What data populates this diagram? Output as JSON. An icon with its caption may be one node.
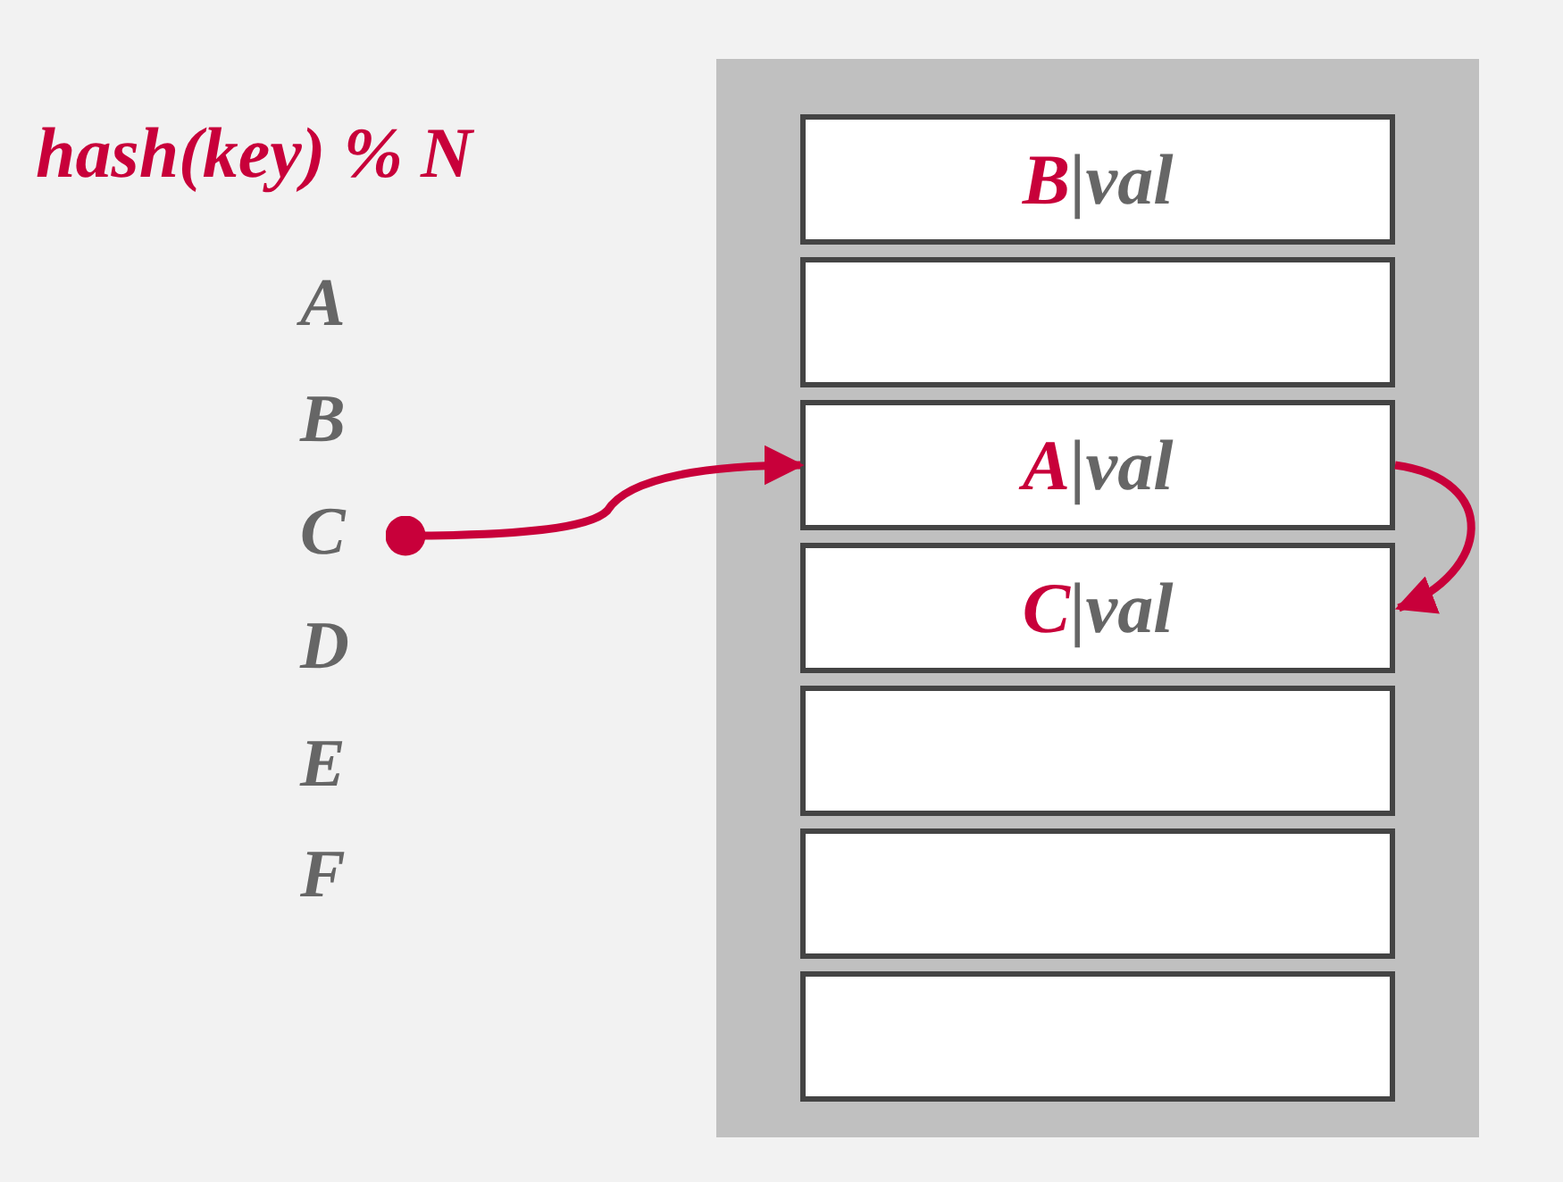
{
  "diagram": {
    "title": "hash(key) % N",
    "nodes": [
      {
        "text": [],
        "shape": "box"
      },
      {
        "text": [
          "B",
          "|val"
        ],
        "in": 0
      },
      {
        "text": [],
        "shape": "box",
        "in": 0
      },
      {
        "text": [
          "A",
          "|val"
        ],
        "in": 0
      },
      {
        "text": [
          "C",
          "|val"
        ],
        "in": 0
      },
      {
        "text": [],
        "shape": "box",
        "in": 0
      },
      {
        "text": [],
        "shape": "box",
        "in": 0
      },
      {
        "text": [],
        "shape": "box",
        "in": 0
      },
      {
        "text": [
          "C"
        ]
      }
    ],
    "edges": [
      {
        "from": 8,
        "to": 3,
        "arrow": "to"
      },
      {
        "from": 3,
        "to": 4,
        "arrow": "to"
      }
    ],
    "labels": [
      "A",
      "B",
      "D",
      "E",
      "F"
    ]
  }
}
